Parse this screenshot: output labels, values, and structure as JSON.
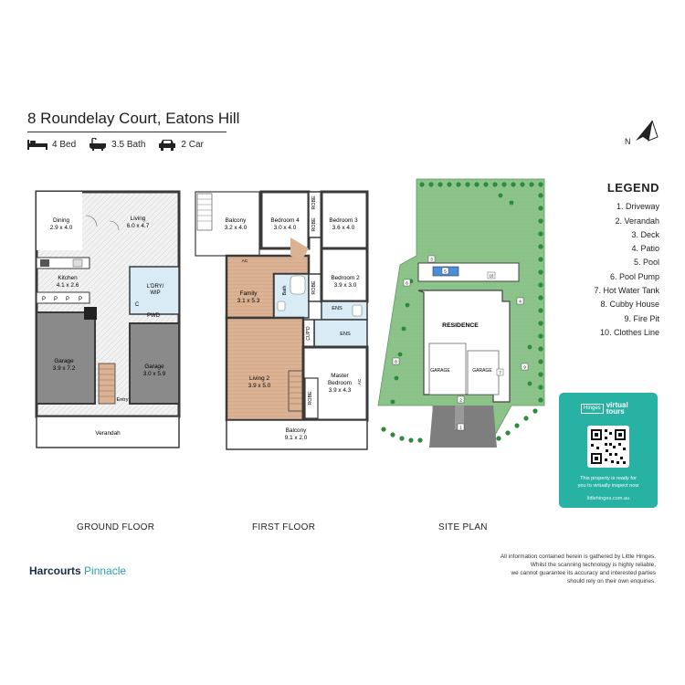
{
  "header": {
    "title": "8 Roundelay Court, Eatons Hill",
    "beds": "4 Bed",
    "baths": "3.5 Bath",
    "cars": "2 Car"
  },
  "north_label": "N",
  "legend": {
    "title": "LEGEND",
    "items": [
      "1. Driveway",
      "2. Verandah",
      "3. Deck",
      "4. Patio",
      "5. Pool",
      "6. Pool Pump",
      "7. Hot Water Tank",
      "8. Cubby House",
      "9. Fire Pit",
      "10. Clothes Line"
    ]
  },
  "ground_floor": {
    "caption": "GROUND FLOOR",
    "rooms": {
      "dining_name": "Dining",
      "dining_size": "2.9 x 4.0",
      "living_name": "Living",
      "living_size": "6.0 x 4.7",
      "kitchen_name": "Kitchen",
      "kitchen_size": "4.1 x 2.6",
      "pantry": "P",
      "laundry_name": "L'DRY/",
      "laundry_sub": "WIP",
      "c": "C",
      "pwd": "PWD",
      "garage1_name": "Garage",
      "garage1_size": "3.9 x 7.2",
      "garage2_name": "Garage",
      "garage2_size": "3.0 x 5.9",
      "entry": "Entry",
      "verandah": "Verandah"
    }
  },
  "first_floor": {
    "caption": "FIRST FLOOR",
    "rooms": {
      "balcony_top_name": "Balcony",
      "balcony_top_size": "3.2 x 4.0",
      "bed4_name": "Bedroom 4",
      "bed4_size": "3.0 x 4.0",
      "robe": "ROBE",
      "bed3_name": "Bedroom 3",
      "bed3_size": "3.6 x 4.0",
      "ac": "AC",
      "family_name": "Family",
      "family_size": "3.1 x 5.3",
      "bath": "Bath",
      "bed2_name": "Bedroom 2",
      "bed2_size": "3.9 x 3.0",
      "ens": "ENS",
      "cupd": "CUP'D",
      "living2_name": "Living 2",
      "living2_size": "3.9 x 5.0",
      "master_name": "Master",
      "master_sub": "Bedroom",
      "master_size": "3.9 x 4.3",
      "balcony_bottom_name": "Balcony",
      "balcony_bottom_size": "9.1 x 2.0"
    }
  },
  "site_plan": {
    "caption": "SITE PLAN",
    "residence": "RESIDENCE",
    "garage": "GARAGE",
    "markers": [
      "1",
      "2",
      "3",
      "4",
      "5",
      "6",
      "7",
      "8",
      "9",
      "10"
    ]
  },
  "virtual_tour": {
    "brand_box": "Hinges",
    "brand_word_1": "virtual",
    "brand_word_2": "tours",
    "message_1": "This property is ready for",
    "message_2": "you to virtually inspect now",
    "url": "littlehinges.com.au"
  },
  "footer": {
    "brand_1": "Harcourts",
    "brand_2": "Pinnacle",
    "disclaimer": [
      "All information contained herein is gathered by Little Hinges.",
      "Whilst the scanning technology is highly reliable,",
      "we cannot guarantee its accuracy and interested parties",
      "should rely on their own enquiries."
    ]
  },
  "colors": {
    "wall": "#3a3a3a",
    "timber": "#dcb294",
    "tile": "#e6e6e6",
    "wet_area": "#d9ecf6",
    "garage": "#8a8a8a",
    "lawn": "#8cc38a",
    "tree": "#2e8b3e",
    "card": "#27b2a4"
  }
}
